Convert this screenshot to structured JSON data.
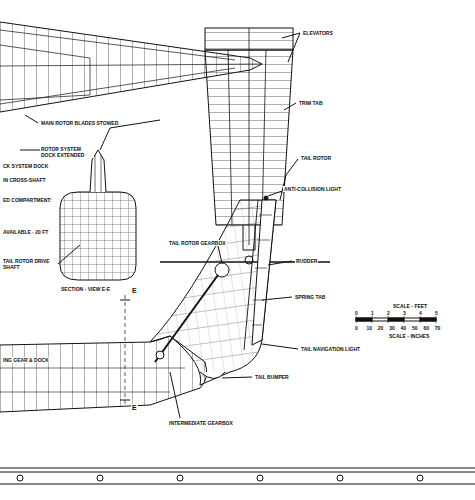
{
  "diagram": {
    "labels": [
      "ELEVATORS",
      "TRIM TAB",
      "TAIL ROTOR",
      "MAIN ROTOR BLADES STOWED",
      "ROTOR SYSTEM DOCK EXTENDED",
      "CK SYSTEM DOCK",
      "IN CROSS-SHAFT",
      "ED COMPARTMENT:",
      "AVAILABLE · 20 FT",
      "TAIL ROTOR DRIVE SHAFT",
      "SECTION - VIEW E-E",
      "ANTI-COLLISION LIGHT",
      "TAIL ROTOR GEARBOX",
      "RUDDER",
      "SPRING TAB",
      "TAIL NAVIGATION LIGHT",
      "TAIL BUMPER",
      "INTERMEDIATE GEARBOX",
      "SCALE - FEET",
      "SCALE - INCHES",
      "E",
      "E",
      "ING GEAR & DOCK",
      "0",
      "1",
      "2",
      "3",
      "4",
      "5",
      "0",
      "10",
      "20",
      "30",
      "40",
      "50",
      "60",
      "70"
    ]
  }
}
